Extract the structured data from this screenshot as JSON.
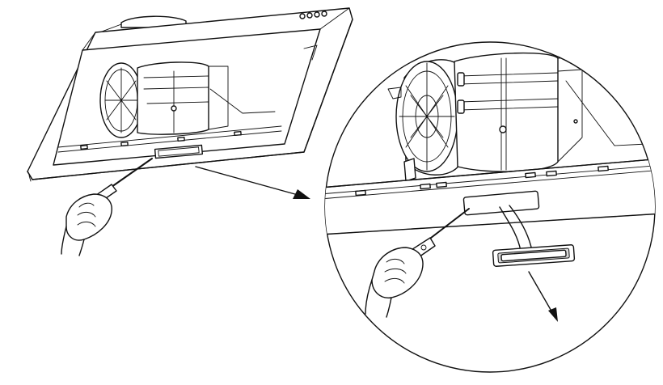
{
  "figure": {
    "type": "line-art instruction illustration",
    "colors": {
      "line": "#111111",
      "background": "#ffffff",
      "shade": "#d8d8d8"
    },
    "panels": [
      {
        "id": "hood-overview"
      },
      {
        "id": "zoomed-detail"
      }
    ]
  }
}
